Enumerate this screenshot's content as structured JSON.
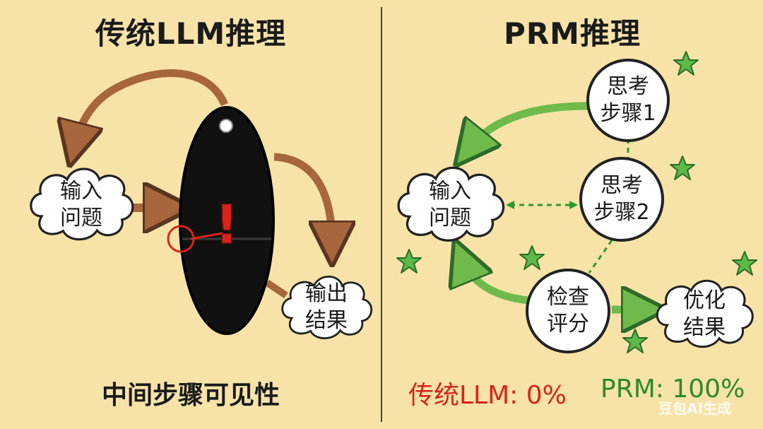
{
  "left_panel": {
    "title": "传统LLM推理",
    "input_node": [
      "输入",
      "问题"
    ],
    "output_node": [
      "输出",
      "结果"
    ],
    "alert_mark": "!",
    "caption": "中间步骤可见性"
  },
  "right_panel": {
    "title": "PRM推理",
    "input_node": [
      "输入",
      "问题"
    ],
    "step1_node": [
      "思考",
      "步骤1"
    ],
    "step2_node": [
      "思考",
      "步骤2"
    ],
    "check_node": [
      "检查",
      "评分"
    ],
    "optimize_node": [
      "优化",
      "结果"
    ],
    "caption_traditional": "传统LLM: 0%",
    "caption_prm": "PRM: 100%"
  },
  "watermark": "豆包AI生成",
  "colors": {
    "background": "#f7e3a8",
    "brown_arrow": "#a8663e",
    "green_arrow": "#6fba4a",
    "star": "#5bb94a",
    "red_alert": "#d8241c",
    "black_box": "#111111"
  }
}
